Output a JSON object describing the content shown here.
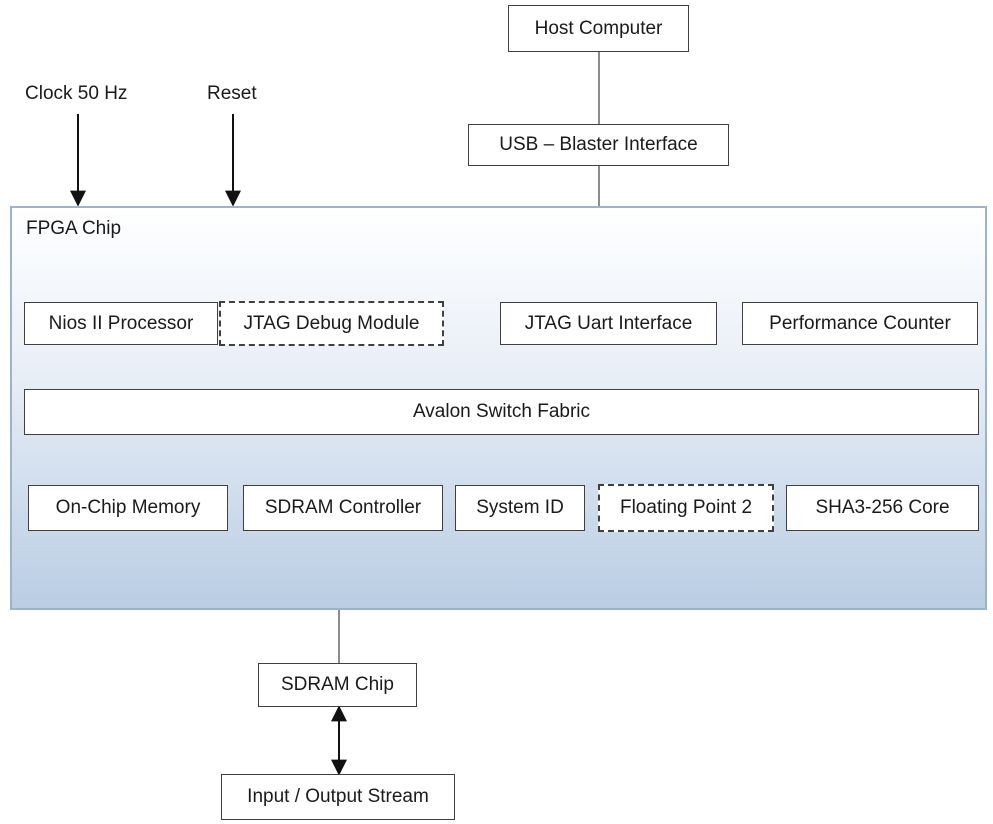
{
  "external": {
    "host_computer": "Host Computer",
    "usb_blaster": "USB – Blaster Interface",
    "clock": "Clock 50 Hz",
    "reset": "Reset"
  },
  "fpga": {
    "label": "FPGA Chip",
    "nios": "Nios II Processor",
    "jtag_debug": "JTAG Debug Module",
    "jtag_uart": "JTAG Uart Interface",
    "perf_counter": "Performance Counter",
    "avalon": "Avalon Switch Fabric",
    "onchip_memory": "On-Chip Memory",
    "sdram_controller": "SDRAM Controller",
    "system_id": "System ID",
    "floating_point": "Floating Point 2",
    "sha3_core": "SHA3-256 Core"
  },
  "offchip": {
    "sdram_chip": "SDRAM Chip",
    "io_stream": "Input / Output Stream"
  }
}
